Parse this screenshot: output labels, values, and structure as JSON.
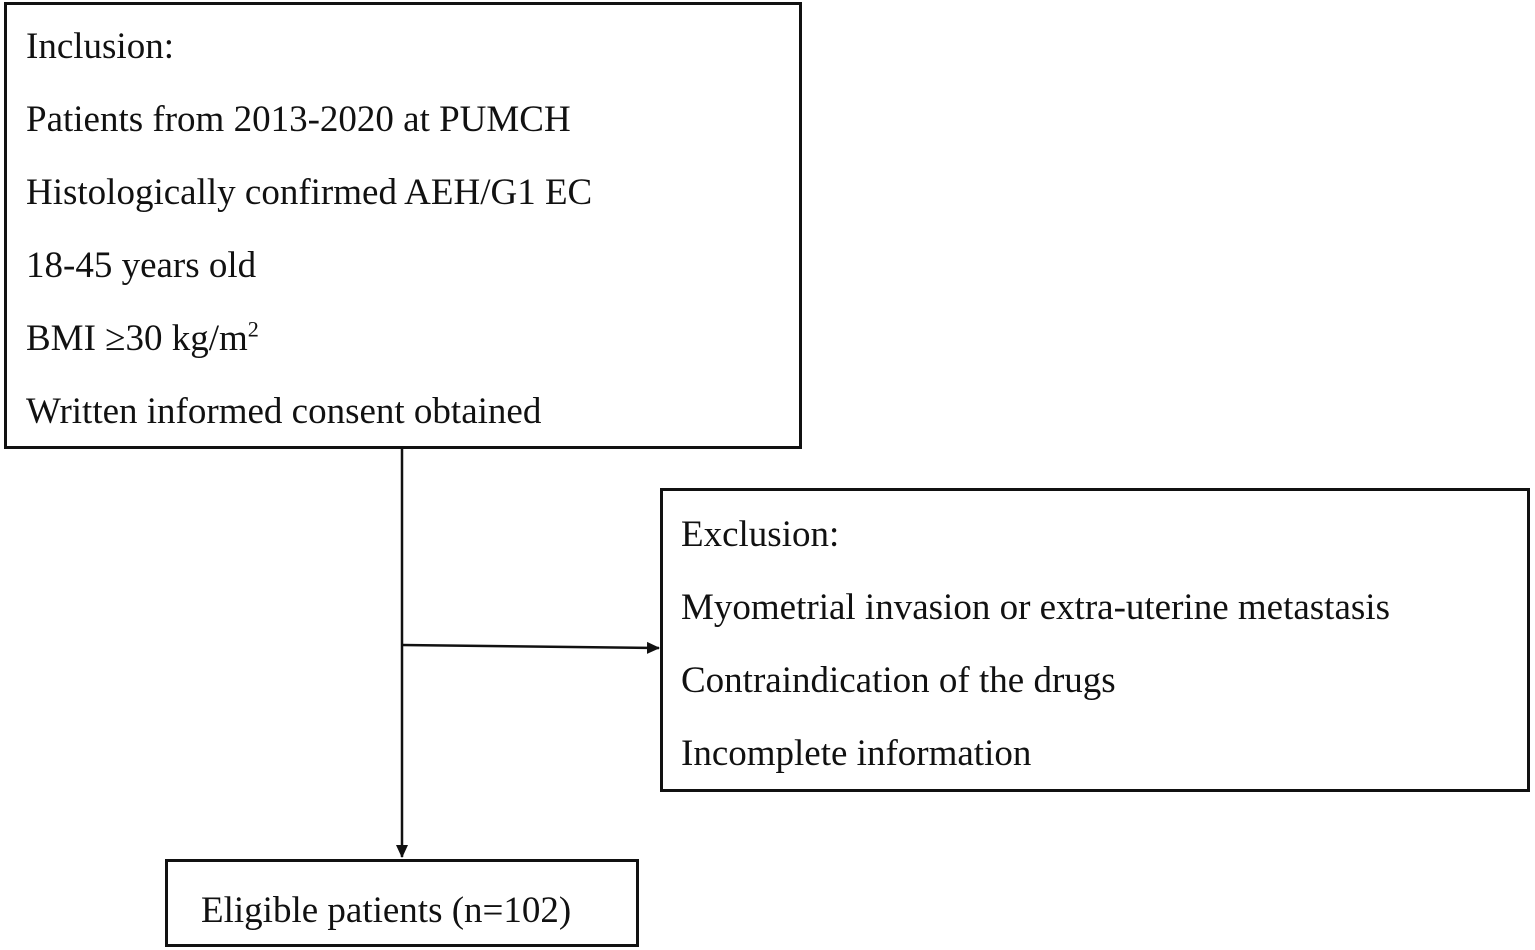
{
  "inclusion": {
    "title": "Inclusion:",
    "items": [
      "Patients from 2013-2020 at PUMCH",
      "Histologically confirmed AEH/G1 EC",
      "18-45 years old",
      "BMI ≥30 kg/m",
      "Written informed consent obtained"
    ],
    "bmi_superscript": "2"
  },
  "exclusion": {
    "title": "Exclusion:",
    "items": [
      "Myometrial invasion or extra-uterine metastasis",
      "Contraindication of the drugs",
      "Incomplete information"
    ]
  },
  "eligible": {
    "label": "Eligible patients (n=102)"
  }
}
